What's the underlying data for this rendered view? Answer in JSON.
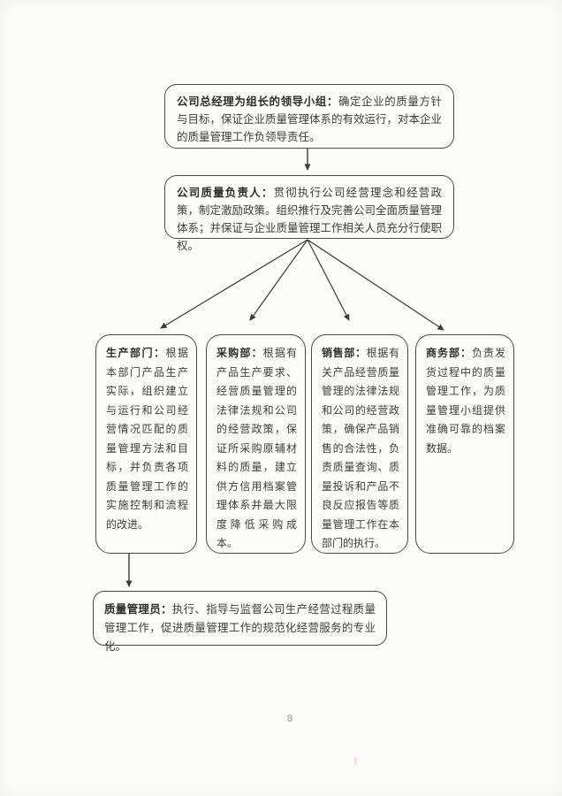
{
  "page": {
    "number": "8"
  },
  "colors": {
    "paper": "#fbfbfa",
    "ink": "#3d3d3b",
    "border": "#4a4a4a",
    "arrow": "#3a3a3a"
  },
  "flowchart": {
    "top_box": {
      "title": "公司总经理为组长的领导小组：",
      "body": "确定企业的质量方针与目标，保证企业质量管理体系的有效运行，对本企业的质量管理工作负领导责任。"
    },
    "quality_head_box": {
      "title": "公司质量负责人：",
      "body": "贯彻执行公司经营理念和经营政策，制定激励政策。组织推行及完善公司全面质量管理体系；并保证与企业质量管理工作相关人员充分行使职权。"
    },
    "departments": [
      {
        "title": "生产部门：",
        "body": "根据本部门产品生产实际，组织建立与运行和公司经营情况匹配的质量管理方法和目标，并负责各项质量管理工作的实施控制和流程的改进。"
      },
      {
        "title": "采购部：",
        "body": "根据有产品生产要求、经营质量管理的法律法规和公司的经营政策，保证所采购原辅材料的质量，建立供方信用档案管理体系并最大限度降低采购成本。"
      },
      {
        "title": "销售部：",
        "body": "根据有关产品经营质量管理的法律法规和公司的经营政策，确保产品销售的合法性，负责质量查询、质量投诉和产品不良反应报告等质量管理工作在本部门的执行。"
      },
      {
        "title": "商务部：",
        "body": "负责发货过程中的质量管理工作，为质量管理小组提供准确可靠的档案数据。"
      }
    ],
    "quality_manager_box": {
      "title": "质量管理员：",
      "body": "执行、指导与监督公司生产经营过程质量管理工作，促进质量管理工作的规范化经营服务的专业化。"
    }
  }
}
